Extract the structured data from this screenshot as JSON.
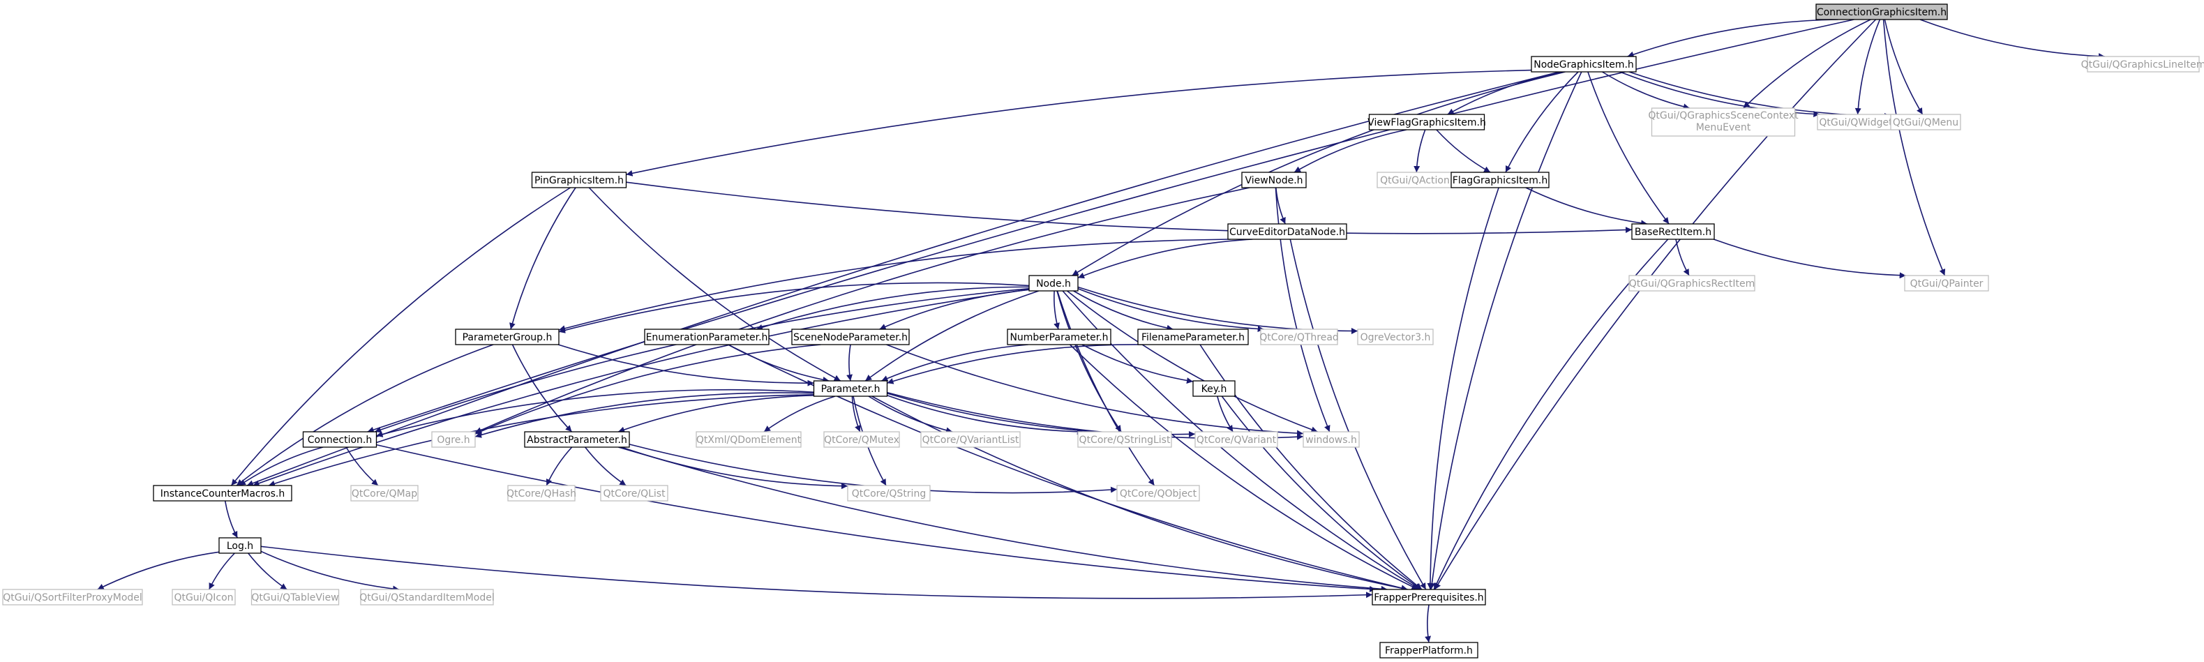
{
  "diagram": {
    "title": "",
    "nodes": [
      {
        "id": "root",
        "label": "ConnectionGraphicsItem.h",
        "kind": "root"
      },
      {
        "id": "ngi",
        "label": "NodeGraphicsItem.h",
        "kind": "local"
      },
      {
        "id": "qglineitem",
        "label": "QtGui/QGraphicsLineItem",
        "kind": "external"
      },
      {
        "id": "vfgi",
        "label": "ViewFlagGraphicsItem.h",
        "kind": "local"
      },
      {
        "id": "qgscme",
        "label": "QtGui/QGraphicsSceneContext",
        "label2": "MenuEvent",
        "kind": "external"
      },
      {
        "id": "qwidget",
        "label": "QtGui/QWidget",
        "kind": "external"
      },
      {
        "id": "qmenu",
        "label": "QtGui/QMenu",
        "kind": "external"
      },
      {
        "id": "pgi",
        "label": "PinGraphicsItem.h",
        "kind": "local"
      },
      {
        "id": "viewnode",
        "label": "ViewNode.h",
        "kind": "local"
      },
      {
        "id": "qaction",
        "label": "QtGui/QAction",
        "kind": "external"
      },
      {
        "id": "fgi",
        "label": "FlagGraphicsItem.h",
        "kind": "local"
      },
      {
        "id": "cedn",
        "label": "CurveEditorDataNode.h",
        "kind": "local"
      },
      {
        "id": "bri",
        "label": "BaseRectItem.h",
        "kind": "local"
      },
      {
        "id": "node",
        "label": "Node.h",
        "kind": "local"
      },
      {
        "id": "qgrectitem",
        "label": "QtGui/QGraphicsRectItem",
        "kind": "external"
      },
      {
        "id": "qpainter",
        "label": "QtGui/QPainter",
        "kind": "external"
      },
      {
        "id": "pgroup",
        "label": "ParameterGroup.h",
        "kind": "local"
      },
      {
        "id": "enump",
        "label": "EnumerationParameter.h",
        "kind": "local"
      },
      {
        "id": "snp",
        "label": "SceneNodeParameter.h",
        "kind": "local"
      },
      {
        "id": "nump",
        "label": "NumberParameter.h",
        "kind": "local"
      },
      {
        "id": "filep",
        "label": "FilenameParameter.h",
        "kind": "local"
      },
      {
        "id": "qthread",
        "label": "QtCore/QThread",
        "kind": "external"
      },
      {
        "id": "ogrevec3",
        "label": "OgreVector3.h",
        "kind": "external"
      },
      {
        "id": "param",
        "label": "Parameter.h",
        "kind": "local"
      },
      {
        "id": "key",
        "label": "Key.h",
        "kind": "local"
      },
      {
        "id": "ogre",
        "label": "Ogre.h",
        "kind": "external"
      },
      {
        "id": "connection",
        "label": "Connection.h",
        "kind": "local"
      },
      {
        "id": "absp",
        "label": "AbstractParameter.h",
        "kind": "local"
      },
      {
        "id": "qdom",
        "label": "QtXml/QDomElement",
        "kind": "external"
      },
      {
        "id": "qmutex",
        "label": "QtCore/QMutex",
        "kind": "external"
      },
      {
        "id": "qvarlist",
        "label": "QtCore/QVariantList",
        "kind": "external"
      },
      {
        "id": "qstrlist",
        "label": "QtCore/QStringList",
        "kind": "external"
      },
      {
        "id": "qvariant",
        "label": "QtCore/QVariant",
        "kind": "external"
      },
      {
        "id": "windows",
        "label": "windows.h",
        "kind": "external"
      },
      {
        "id": "icm",
        "label": "InstanceCounterMacros.h",
        "kind": "local"
      },
      {
        "id": "qmap",
        "label": "QtCore/QMap",
        "kind": "external"
      },
      {
        "id": "qhash",
        "label": "QtCore/QHash",
        "kind": "external"
      },
      {
        "id": "qlist",
        "label": "QtCore/QList",
        "kind": "external"
      },
      {
        "id": "qstring",
        "label": "QtCore/QString",
        "kind": "external"
      },
      {
        "id": "qobject",
        "label": "QtCore/QObject",
        "kind": "external"
      },
      {
        "id": "log",
        "label": "Log.h",
        "kind": "local"
      },
      {
        "id": "qsfpm",
        "label": "QtGui/QSortFilterProxyModel",
        "kind": "external"
      },
      {
        "id": "qicon",
        "label": "QtGui/QIcon",
        "kind": "external"
      },
      {
        "id": "qtableview",
        "label": "QtGui/QTableView",
        "kind": "external"
      },
      {
        "id": "qsim",
        "label": "QtGui/QStandardItemModel",
        "kind": "external"
      },
      {
        "id": "fp",
        "label": "FrapperPrerequisites.h",
        "kind": "local"
      },
      {
        "id": "fplat",
        "label": "FrapperPlatform.h",
        "kind": "local"
      }
    ],
    "edges": [
      [
        "root",
        "ngi"
      ],
      [
        "root",
        "qglineitem"
      ],
      [
        "root",
        "qgscme"
      ],
      [
        "root",
        "qwidget"
      ],
      [
        "root",
        "qmenu"
      ],
      [
        "root",
        "qpainter"
      ],
      [
        "root",
        "connection"
      ],
      [
        "root",
        "fp"
      ],
      [
        "ngi",
        "vfgi"
      ],
      [
        "ngi",
        "qgscme"
      ],
      [
        "ngi",
        "qwidget"
      ],
      [
        "ngi",
        "qmenu"
      ],
      [
        "ngi",
        "pgi"
      ],
      [
        "ngi",
        "fgi"
      ],
      [
        "ngi",
        "bri"
      ],
      [
        "ngi",
        "node"
      ],
      [
        "ngi",
        "icm"
      ],
      [
        "ngi",
        "fp"
      ],
      [
        "vfgi",
        "viewnode"
      ],
      [
        "vfgi",
        "qaction"
      ],
      [
        "vfgi",
        "fgi"
      ],
      [
        "pgi",
        "bri"
      ],
      [
        "pgi",
        "pgroup"
      ],
      [
        "pgi",
        "param"
      ],
      [
        "pgi",
        "icm"
      ],
      [
        "viewnode",
        "cedn"
      ],
      [
        "viewnode",
        "ogre"
      ],
      [
        "viewnode",
        "windows"
      ],
      [
        "fgi",
        "bri"
      ],
      [
        "fgi",
        "fp"
      ],
      [
        "cedn",
        "node"
      ],
      [
        "cedn",
        "pgroup"
      ],
      [
        "cedn",
        "fp"
      ],
      [
        "bri",
        "qgrectitem"
      ],
      [
        "bri",
        "qpainter"
      ],
      [
        "bri",
        "fp"
      ],
      [
        "node",
        "pgroup"
      ],
      [
        "node",
        "enump"
      ],
      [
        "node",
        "snp"
      ],
      [
        "node",
        "nump"
      ],
      [
        "node",
        "filep"
      ],
      [
        "node",
        "qthread"
      ],
      [
        "node",
        "ogrevec3"
      ],
      [
        "node",
        "param"
      ],
      [
        "node",
        "connection"
      ],
      [
        "node",
        "icm"
      ],
      [
        "node",
        "qstrlist"
      ],
      [
        "node",
        "qobject"
      ],
      [
        "node",
        "windows"
      ],
      [
        "node",
        "fp"
      ],
      [
        "pgroup",
        "param"
      ],
      [
        "pgroup",
        "absp"
      ],
      [
        "pgroup",
        "icm"
      ],
      [
        "enump",
        "param"
      ],
      [
        "enump",
        "fp"
      ],
      [
        "snp",
        "param"
      ],
      [
        "snp",
        "windows"
      ],
      [
        "snp",
        "ogre"
      ],
      [
        "nump",
        "param"
      ],
      [
        "nump",
        "key"
      ],
      [
        "nump",
        "fp"
      ],
      [
        "filep",
        "param"
      ],
      [
        "filep",
        "fp"
      ],
      [
        "param",
        "connection"
      ],
      [
        "param",
        "ogre"
      ],
      [
        "param",
        "absp"
      ],
      [
        "param",
        "qdom"
      ],
      [
        "param",
        "qmutex"
      ],
      [
        "param",
        "qvarlist"
      ],
      [
        "param",
        "qstrlist"
      ],
      [
        "param",
        "qvariant"
      ],
      [
        "param",
        "windows"
      ],
      [
        "param",
        "icm"
      ],
      [
        "param",
        "qstring"
      ],
      [
        "param",
        "fp"
      ],
      [
        "key",
        "qvariant"
      ],
      [
        "key",
        "fp"
      ],
      [
        "connection",
        "icm"
      ],
      [
        "connection",
        "qmap"
      ],
      [
        "connection",
        "fp"
      ],
      [
        "absp",
        "qhash"
      ],
      [
        "absp",
        "qlist"
      ],
      [
        "absp",
        "qstring"
      ],
      [
        "absp",
        "qobject"
      ],
      [
        "absp",
        "fp"
      ],
      [
        "icm",
        "log"
      ],
      [
        "log",
        "qsfpm"
      ],
      [
        "log",
        "qicon"
      ],
      [
        "log",
        "qtableview"
      ],
      [
        "log",
        "qsim"
      ],
      [
        "log",
        "fp"
      ],
      [
        "fp",
        "fplat"
      ]
    ]
  }
}
